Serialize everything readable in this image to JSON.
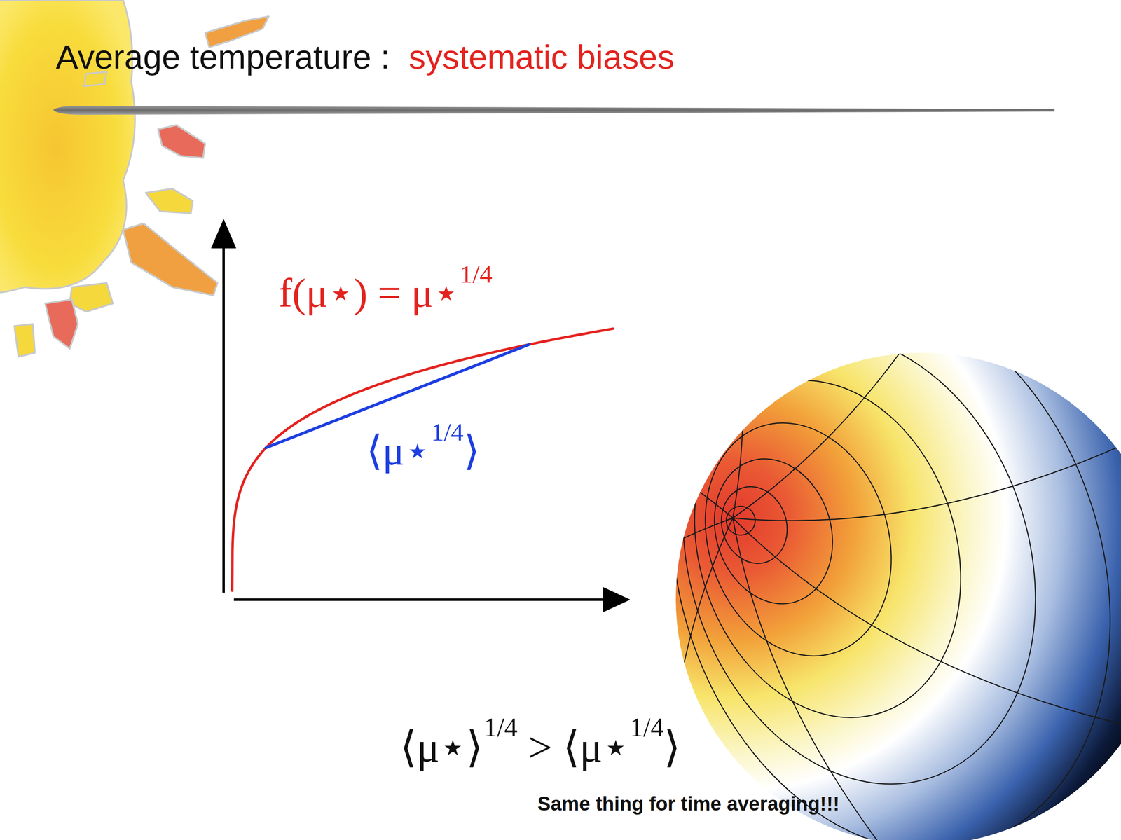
{
  "diagram": {
    "title": "Average temperature :",
    "labels": [
      "systematic biases",
      "f(μ⋆) = μ⋆",
      "1/4",
      "⟨μ⋆",
      "1/4",
      "⟩",
      "⟨μ⋆⟩",
      "1/4",
      "> ⟨μ⋆",
      "1/4",
      "⟩",
      "Same thing for time averaging!!!"
    ]
  }
}
